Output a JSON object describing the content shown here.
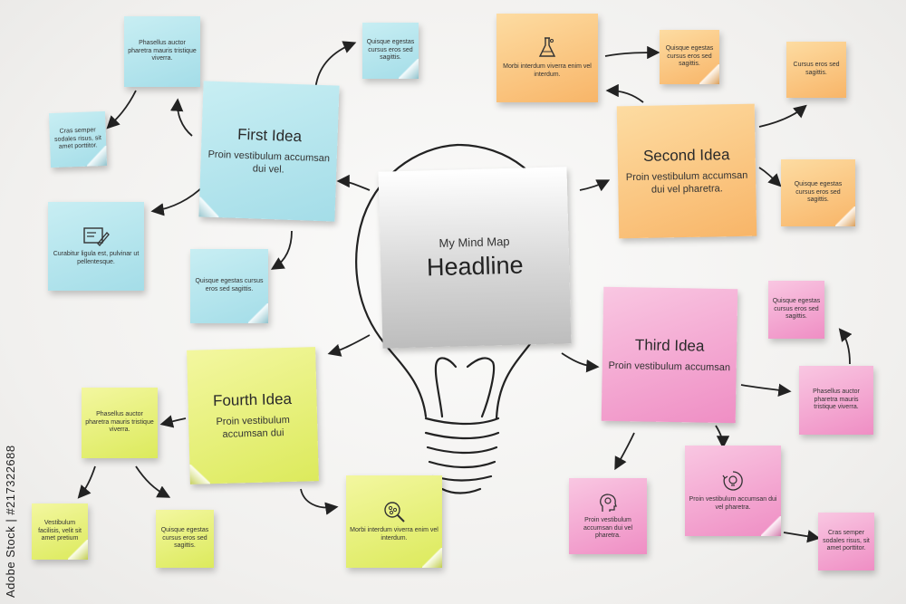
{
  "center": {
    "subtitle": "My Mind Map",
    "headline": "Headline"
  },
  "ideas": {
    "first": {
      "title": "First Idea",
      "body": "Proin vestibulum accumsan dui vel."
    },
    "second": {
      "title": "Second Idea",
      "body": "Proin vestibulum accumsan dui vel pharetra."
    },
    "third": {
      "title": "Third Idea",
      "body": "Proin vestibulum accumsan"
    },
    "fourth": {
      "title": "Fourth Idea",
      "body": "Proin vestibulum accumsan dui"
    }
  },
  "blue": {
    "top": "Phasellus auctor pharetra mauris tristique viverra.",
    "small_right": "Quisque egestas cursus eros sed sagittis.",
    "small_left": "Cras semper sodales risus, sit amet porttitor.",
    "icon_note": "Curabitur ligula est, pulvinar ut pellentesque.",
    "bottom": "Quisque egestas cursus eros sed sagittis."
  },
  "orange": {
    "icon_note": "Morbi interdum viverra enim vel interdum.",
    "small_mid": "Quisque egestas cursus eros sed sagittis.",
    "small_right": "Cursus eros sed sagittis.",
    "bottom_right": "Quisque egestas cursus eros sed sagittis."
  },
  "pink": {
    "top_right": "Quisque egestas cursus eros sed sagittis.",
    "right_mid": "Phasellus auctor pharetra mauris tristique viverra.",
    "icon_note_center": "Proin vestibulum accumsan dui vel pharetra.",
    "icon_note_left": "Proin vestibulum accumsan dui vel pharetra.",
    "bottom_right": "Cras semper sodales risus, sit amet porttitor."
  },
  "green": {
    "left_top": "Phasellus auctor pharetra mauris tristique viverra.",
    "bottom_left": "Vestibulum facilisis, velit sit amet pretium",
    "bottom_mid": "Quisque egestas cursus eros sed sagittis.",
    "icon_note": "Morbi interdum viverra enim vel interdum."
  },
  "watermark": "Adobe Stock | #217322688",
  "icons": {
    "flask": "flask-icon",
    "pencil": "pencil-paper-icon",
    "magnifier": "magnifier-icon",
    "head_gear": "head-gear-icon",
    "cycle": "lightbulb-cycle-icon"
  },
  "colors": {
    "blue": "#a4dde8",
    "orange": "#f8b568",
    "pink": "#ef8ec4",
    "green": "#dcea5c",
    "gray": "#d0d0d0"
  }
}
